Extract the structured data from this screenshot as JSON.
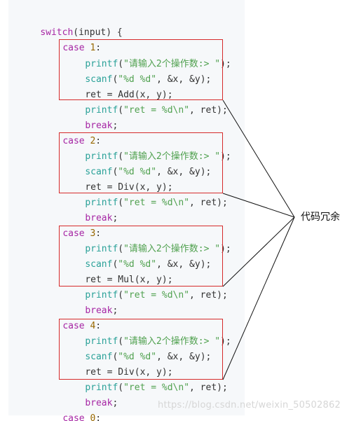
{
  "code": {
    "switch_open": "switch(input) {",
    "cases": [
      {
        "case_label": "case 1:",
        "printf_prompt": "printf(\"请输入2个操作数:> \");",
        "scanf": "scanf(\"%d %d\", &x, &y);",
        "assign": "ret = Add(x, y);",
        "printf_result": "printf(\"ret = %d\\n\", ret);",
        "break": "break;"
      },
      {
        "case_label": "case 2:",
        "printf_prompt": "printf(\"请输入2个操作数:> \");",
        "scanf": "scanf(\"%d %d\", &x, &y);",
        "assign": "ret = Div(x, y);",
        "printf_result": "printf(\"ret = %d\\n\", ret);",
        "break": "break;"
      },
      {
        "case_label": "case 3:",
        "printf_prompt": "printf(\"请输入2个操作数:> \");",
        "scanf": "scanf(\"%d %d\", &x, &y);",
        "assign": "ret = Mul(x, y);",
        "printf_result": "printf(\"ret = %d\\n\", ret);",
        "break": "break;"
      },
      {
        "case_label": "case 4:",
        "printf_prompt": "printf(\"请输入2个操作数:> \");",
        "scanf": "scanf(\"%d %d\", &x, &y);",
        "assign": "ret = Div(x, y);",
        "printf_result": "printf(\"ret = %d\\n\", ret);",
        "break": "break;"
      }
    ],
    "last_case": "case 0:"
  },
  "annotation": {
    "label": "代码冗余"
  },
  "watermark": {
    "text": "https://blog.csdn.net/weixin_50502862"
  },
  "colors": {
    "keyword": "#a626a4",
    "function": "#2aa198",
    "string": "#50a14f",
    "number": "#986801",
    "highlight_box": "#d62b2b",
    "code_background": "#f6f8fa"
  }
}
